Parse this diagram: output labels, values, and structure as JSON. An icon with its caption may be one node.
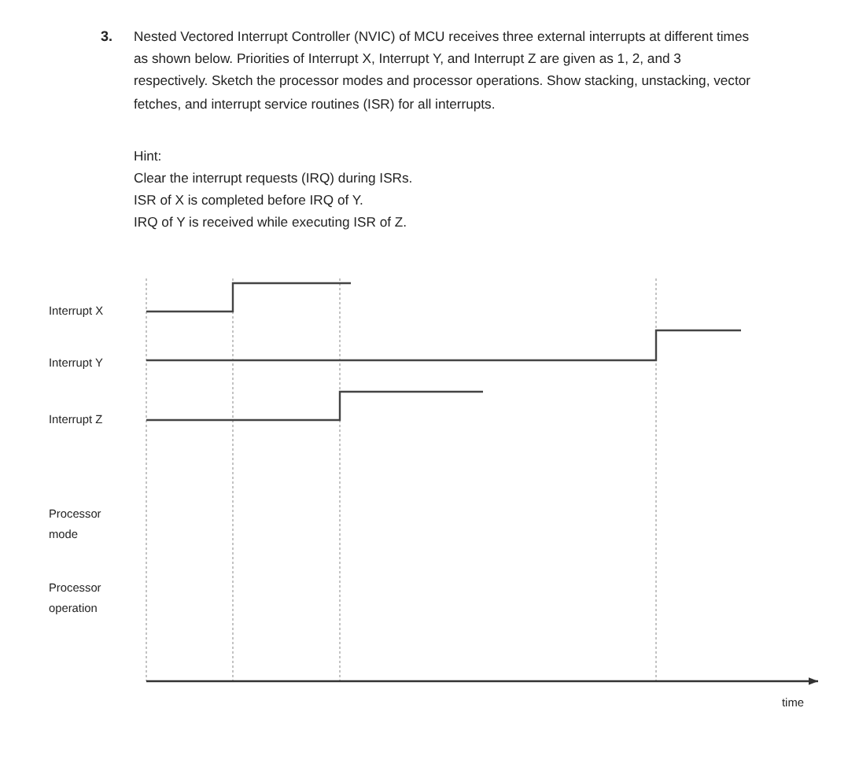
{
  "diagram": {
    "labels": [
      "3.",
      "Nested Vectored Interrupt Controller (NVIC) of MCU receives three external interrupts at different times as shown below. Priorities of Interrupt X, Interrupt Y, and Interrupt Z are given as 1, 2, and 3 respectively. Sketch the processor modes and processor operations. Show stacking, unstacking, vector fetches, and interrupt service routines (ISR) for all interrupts.",
      "Hint:",
      "Clear the interrupt requests (IRQ) during ISRs.",
      "ISR of X is completed before IRQ of Y.",
      "IRQ of Y is received while executing ISR of Z.",
      "Interrupt X",
      "Interrupt Y",
      "Interrupt Z",
      "Processor mode",
      "Processor operation",
      "time"
    ]
  }
}
